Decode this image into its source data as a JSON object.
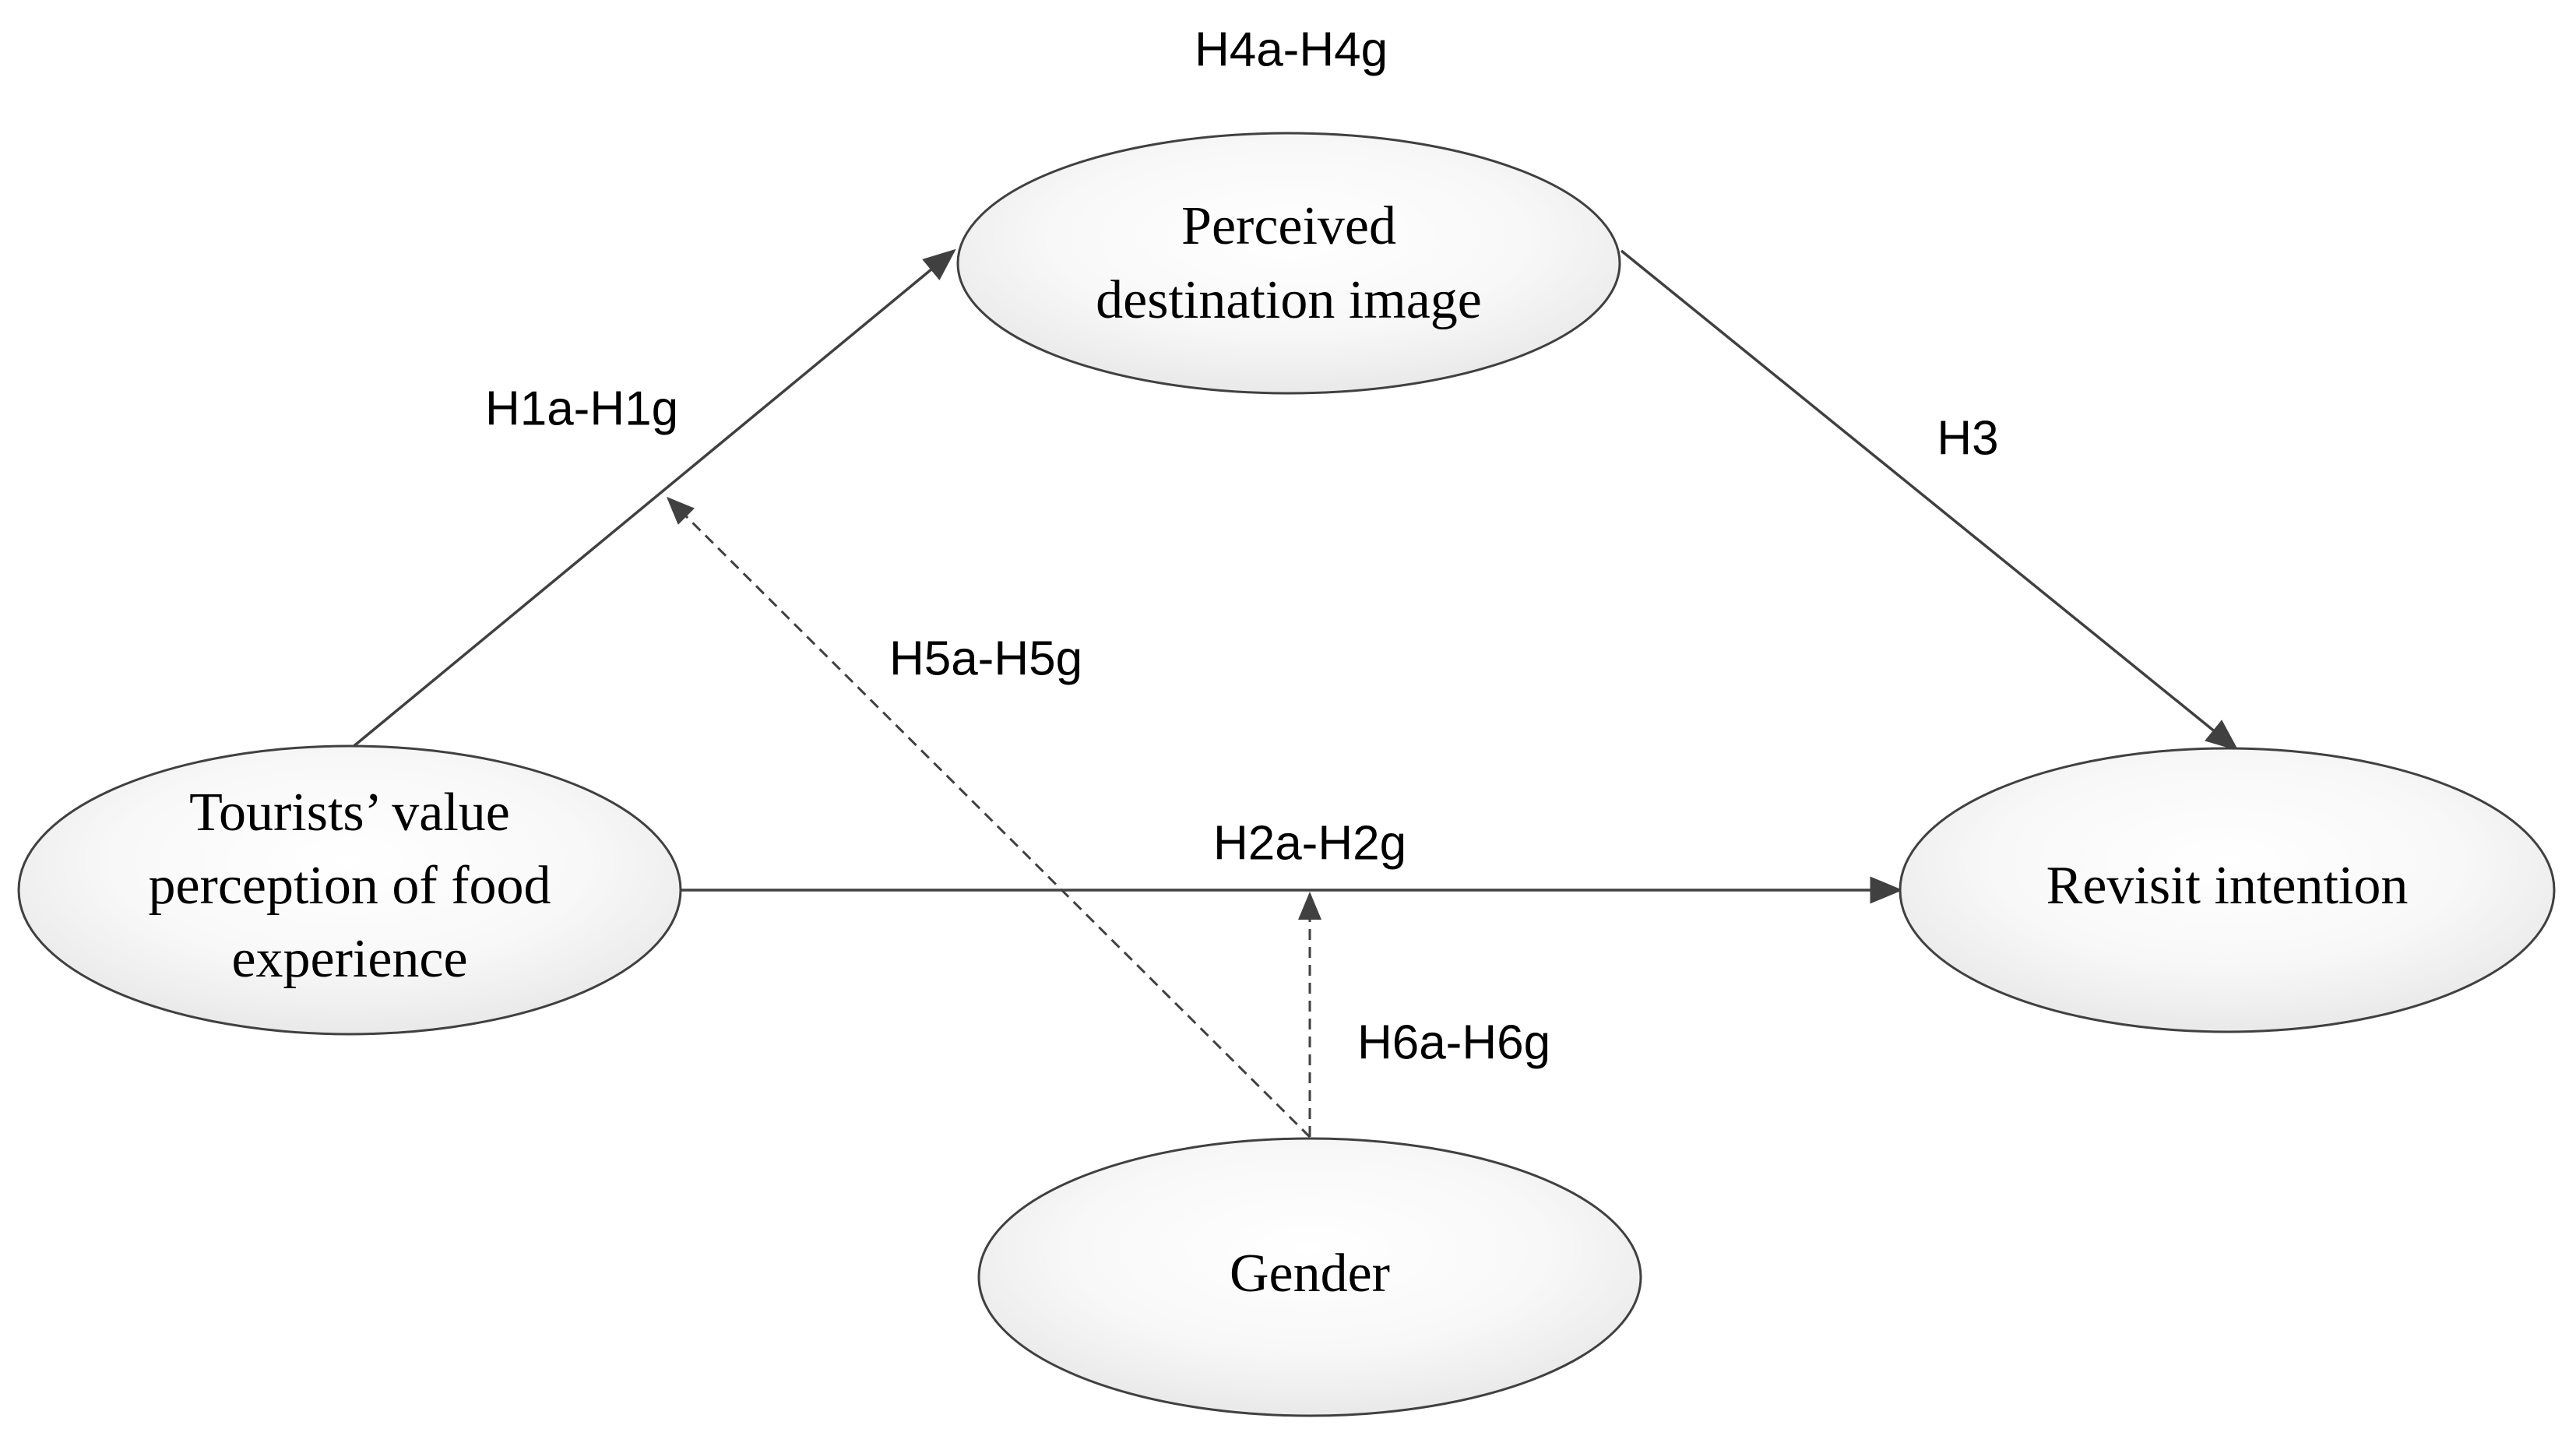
{
  "nodes": {
    "perceived_image": {
      "lines": [
        "Perceived",
        "destination image"
      ]
    },
    "tourists_value": {
      "lines": [
        "Tourists’ value",
        "perception of food",
        "experience"
      ]
    },
    "revisit": {
      "lines": [
        "Revisit intention"
      ]
    },
    "gender": {
      "lines": [
        "Gender"
      ]
    }
  },
  "edges": {
    "h1": {
      "label": "H1a-H1g"
    },
    "h2": {
      "label": "H2a-H2g"
    },
    "h3": {
      "label": "H3"
    },
    "h4": {
      "label": "H4a-H4g"
    },
    "h5": {
      "label": "H5a-H5g"
    },
    "h6": {
      "label": "H6a-H6g"
    }
  },
  "colors": {
    "ellipse_fill_light": "#ffffff",
    "ellipse_fill_dark": "#e6e6e6",
    "stroke": "#404040",
    "arrow": "#404040"
  }
}
